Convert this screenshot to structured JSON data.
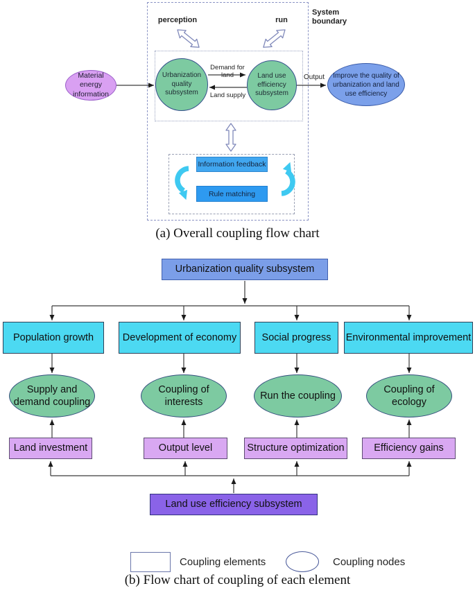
{
  "figure": {
    "a": {
      "caption": "(a) Overall coupling flow chart",
      "system_boundary": "System boundary",
      "perception": "perception",
      "run": "run",
      "material_node": "Material energy information",
      "urban_circle": "Urbanization quality subsystem",
      "land_circle": "Land use efficiency subsystem",
      "demand_arrow_label": "Demand for land",
      "supply_arrow_label": "Land supply",
      "output_arrow_label": "Output",
      "improve_node": "Improve the quality of urbanization and land use efficiency",
      "info_feedback": "Information feedback",
      "rule_matching": "Rule matching"
    },
    "b": {
      "caption": "(b) Flow chart of coupling of each element",
      "top_box": "Urbanization quality subsystem",
      "bottom_box": "Land use efficiency subsystem",
      "columns": [
        {
          "element": "Population growth",
          "node": "Supply and demand coupling",
          "factor": "Land investment"
        },
        {
          "element": "Development of economy",
          "node": "Coupling of interests",
          "factor": "Output level"
        },
        {
          "element": "Social progress",
          "node": "Run the coupling",
          "factor": "Structure optimization"
        },
        {
          "element": "Environmental improvement",
          "node": "Coupling of ecology",
          "factor": "Efficiency gains"
        }
      ],
      "legend": {
        "elements": "Coupling elements",
        "nodes": "Coupling nodes"
      }
    },
    "colors": {
      "cyan_element_box": "#4cd9f2",
      "green_node": "#7dcaa1",
      "light_purple_box": "#d9a8f2",
      "blue_subsystem_box": "#7b9ee8",
      "violet_subsystem_box": "#8a63e8",
      "material_ellipse": "#d9a0f2",
      "improve_ellipse": "#7ba0ea",
      "info_feedback_box": "#41a7f0",
      "rule_matching_box": "#2e9af0",
      "cycle_arrow": "#3ec9f1"
    }
  }
}
